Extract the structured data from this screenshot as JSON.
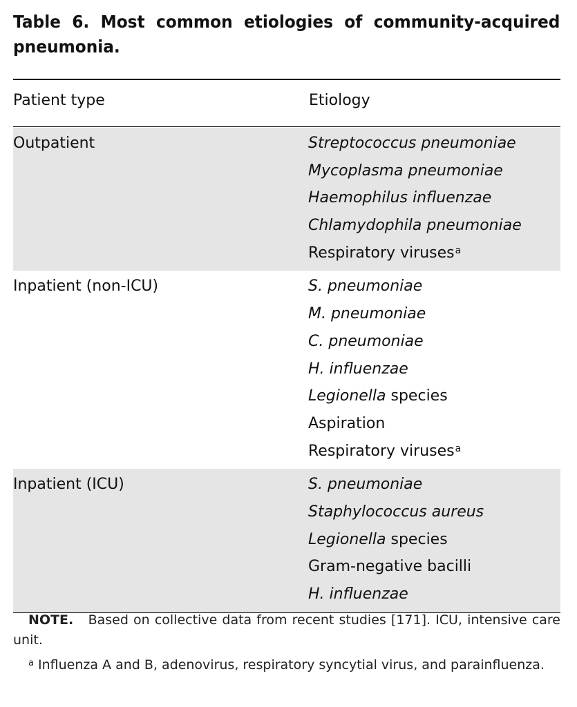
{
  "title": "Table 6.   Most common etiologies of community-acquired pneumonia.",
  "columns": {
    "patient_type": "Patient type",
    "etiology": "Etiology"
  },
  "groups": [
    {
      "patient_type": "Outpatient",
      "shaded": true,
      "items": [
        {
          "italic": "Streptococcus pneumoniae",
          "plain": "",
          "sup": ""
        },
        {
          "italic": "Mycoplasma pneumoniae",
          "plain": "",
          "sup": ""
        },
        {
          "italic": "Haemophilus influenzae",
          "plain": "",
          "sup": ""
        },
        {
          "italic": "Chlamydophila pneumoniae",
          "plain": "",
          "sup": ""
        },
        {
          "italic": "",
          "plain": "Respiratory viruses",
          "sup": "a"
        }
      ]
    },
    {
      "patient_type": "Inpatient (non-ICU)",
      "shaded": false,
      "items": [
        {
          "italic": "S. pneumoniae",
          "plain": "",
          "sup": ""
        },
        {
          "italic": "M. pneumoniae",
          "plain": "",
          "sup": ""
        },
        {
          "italic": "C. pneumoniae",
          "plain": "",
          "sup": ""
        },
        {
          "italic": "H. influenzae",
          "plain": "",
          "sup": ""
        },
        {
          "italic": "Legionella",
          "plain": " species",
          "sup": ""
        },
        {
          "italic": "",
          "plain": "Aspiration",
          "sup": ""
        },
        {
          "italic": "",
          "plain": "Respiratory viruses",
          "sup": "a"
        }
      ]
    },
    {
      "patient_type": "Inpatient (ICU)",
      "shaded": true,
      "items": [
        {
          "italic": "S. pneumoniae",
          "plain": "",
          "sup": ""
        },
        {
          "italic": "Staphylococcus aureus",
          "plain": "",
          "sup": ""
        },
        {
          "italic": "Legionella",
          "plain": " species",
          "sup": ""
        },
        {
          "italic": "",
          "plain": "Gram-negative bacilli",
          "sup": ""
        },
        {
          "italic": "H. influenzae",
          "plain": "",
          "sup": ""
        }
      ]
    }
  ],
  "notes": {
    "note_label": "NOTE.",
    "note_text": "Based on collective data from recent studies [171]. ICU, intensive care unit.",
    "footnote_mark": "a",
    "footnote_text": "Influenza A and B, adenovirus, respiratory syncytial virus, and parainfluenza."
  },
  "colors": {
    "shade": "#e5e5e5",
    "text": "#111111"
  }
}
